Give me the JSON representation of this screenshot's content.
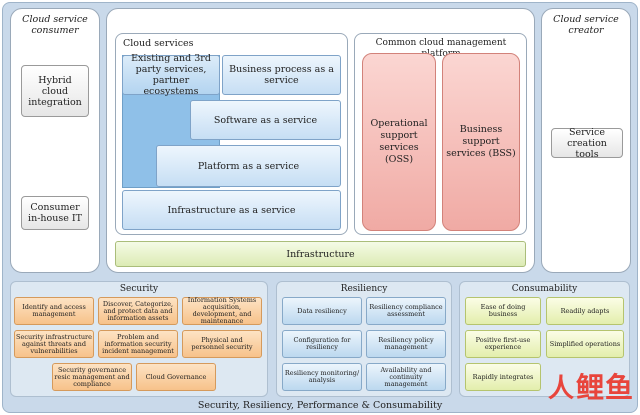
{
  "consumer": {
    "title": "Cloud service consumer",
    "hybrid": "Hybrid cloud integration",
    "inhouse": "Consumer in-house IT"
  },
  "creator": {
    "title": "Cloud service creator",
    "tools": "Service creation tools"
  },
  "cloud_services": {
    "title": "Cloud services",
    "existing": "Existing and 3rd party services, partner ecosystems",
    "bpaas": "Business process as a service",
    "saas": "Software as a service",
    "paas": "Platform as a service",
    "iaas": "Infrastructure as a service"
  },
  "management": {
    "title": "Common cloud management platform",
    "oss": "Operational support services (OSS)",
    "bss": "Business support services (BSS)"
  },
  "infrastructure": "Infrastructure",
  "security": {
    "title": "Security",
    "items": [
      "Identify and access management",
      "Discover, Categorize, and protect data and information assets",
      "Information Systems acquisition, development, and maintenance",
      "Security infrastructure against threats and vulnerabilities",
      "Problem and information security incident management",
      "Physical and personnel security",
      "Security governance resic management and compliance",
      "Cloud Governance"
    ]
  },
  "resiliency": {
    "title": "Resiliency",
    "items": [
      "Data resiliency",
      "Resiliency compliance assessment",
      "Configuration for resiliency",
      "Resiliency policy management",
      "Resiliency monitoring/ analysis",
      "Availability and continuity management"
    ]
  },
  "consumability": {
    "title": "Consumability",
    "items": [
      "Ease of doing business",
      "Readily adapts",
      "Positive first-use experience",
      "Simplified operations",
      "Rapidly integrates"
    ]
  },
  "footer": "Security, Resiliency, Performance & Consumability",
  "watermark": {
    "char1": "人",
    "char2": "鲤",
    "char3": "鱼"
  },
  "colors": {
    "frame": "#c9d9ea",
    "blue_box": "#c6def4",
    "oss_pink": "#f0aaa4",
    "security_orange": "#f7c28a",
    "consumability_yellow": "#e3eeac",
    "infrastructure_green": "#dcebb4"
  }
}
